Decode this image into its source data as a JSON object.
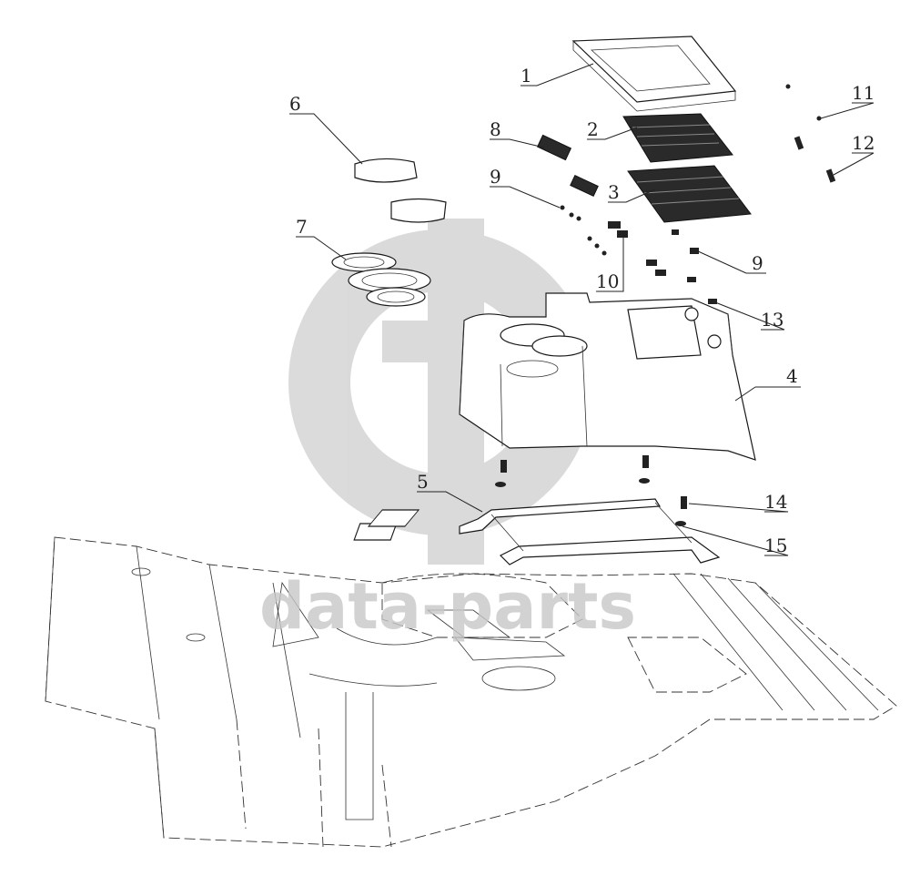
{
  "callouts": [
    {
      "id": "1",
      "text": "1"
    },
    {
      "id": "2",
      "text": "2"
    },
    {
      "id": "3",
      "text": "3"
    },
    {
      "id": "4",
      "text": "4"
    },
    {
      "id": "5",
      "text": "5"
    },
    {
      "id": "6",
      "text": "6"
    },
    {
      "id": "7",
      "text": "7"
    },
    {
      "id": "8",
      "text": "8"
    },
    {
      "id": "9a",
      "text": "9"
    },
    {
      "id": "9b",
      "text": "9"
    },
    {
      "id": "10",
      "text": "10"
    },
    {
      "id": "11",
      "text": "11"
    },
    {
      "id": "12",
      "text": "12"
    },
    {
      "id": "13",
      "text": "13"
    },
    {
      "id": "14",
      "text": "14"
    },
    {
      "id": "15",
      "text": "15"
    }
  ],
  "watermark": {
    "text": "data-parts",
    "color": "#c8c8c8"
  }
}
